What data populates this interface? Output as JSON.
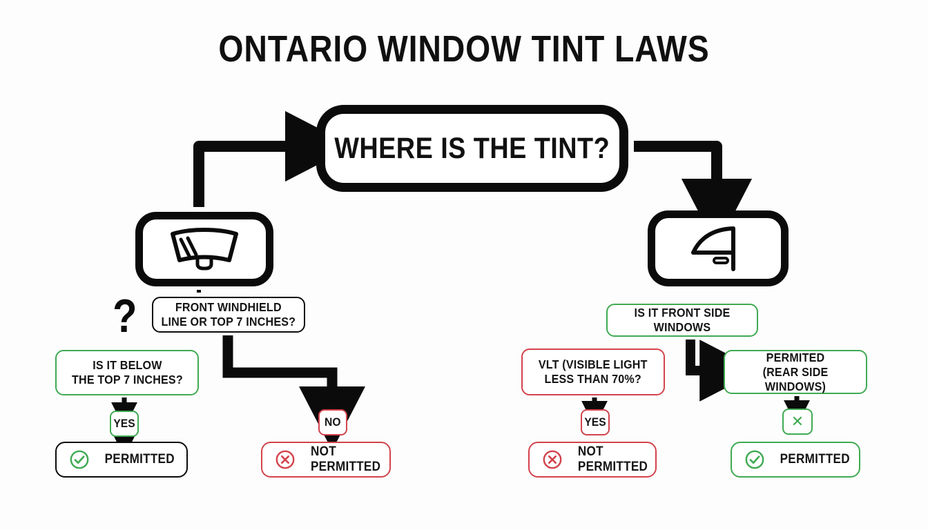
{
  "page": {
    "title": "ONTARIO WINDOW TINT LAWS",
    "background_color": "#fdfdfd"
  },
  "colors": {
    "black": "#0b0b0b",
    "green": "#3faa52",
    "red": "#d3434c",
    "text": "#141414"
  },
  "flow": {
    "root": {
      "label": "WHERE IS THE TINT?"
    },
    "left_branch": {
      "icon_name": "windshield-wiper-icon",
      "question_glyph": "?",
      "question_box": {
        "line1": "FRONT WINDHIELD",
        "line2": "LINE OR TOP 7 INCHES?"
      },
      "yes_path": {
        "question": {
          "line1": "IS IT BELOW",
          "line2": "THE TOP 7 INCHES?"
        },
        "badge": "YES",
        "result": "PERMITTED",
        "result_icon": "check-circle-icon"
      },
      "no_path": {
        "badge": "NO",
        "result": "NOT PERMITTED",
        "result_icon": "cross-circle-icon"
      }
    },
    "right_branch": {
      "icon_name": "car-door-window-icon",
      "question_box": {
        "line1": "IS IT FRONT SIDE WINDOWS"
      },
      "yes_path": {
        "question": {
          "line1": "VLT (VISIBLE LIGHT",
          "line2": "LESS THAN 70%?"
        },
        "badge": "YES",
        "result": "NOT PERMITTED",
        "result_icon": "cross-circle-icon"
      },
      "rear_path": {
        "question": {
          "line1": "PERMITED",
          "line2": "(REAR SIDE WINDOWS)"
        },
        "badge": "✕",
        "result": "PERMITTED",
        "result_icon": "check-circle-icon"
      }
    }
  },
  "chart_data": {
    "type": "table",
    "title": "ONTARIO WINDOW TINT LAWS",
    "nodes": [
      {
        "id": "root",
        "text": "WHERE IS THE TINT?",
        "style": "black-thick"
      },
      {
        "id": "windshield-icon",
        "text": "",
        "style": "black-thick-icon"
      },
      {
        "id": "windshield-question",
        "text": "FRONT WINDHIELD LINE OR TOP 7 INCHES?",
        "style": "black"
      },
      {
        "id": "below-7-inches",
        "text": "IS IT BELOW THE TOP 7 INCHES?",
        "style": "green"
      },
      {
        "id": "yes-left",
        "text": "YES",
        "style": "green"
      },
      {
        "id": "permitted-left",
        "text": "PERMITTED",
        "style": "black"
      },
      {
        "id": "no-left",
        "text": "NO",
        "style": "red"
      },
      {
        "id": "not-permitted-left",
        "text": "NOT PERMITTED",
        "style": "red"
      },
      {
        "id": "door-icon",
        "text": "",
        "style": "black-thick-icon"
      },
      {
        "id": "front-side-windows",
        "text": "IS IT FRONT SIDE WINDOWS",
        "style": "green"
      },
      {
        "id": "vlt-question",
        "text": "VLT (VISIBLE LIGHT LESS THAN 70%?",
        "style": "red"
      },
      {
        "id": "yes-right",
        "text": "YES",
        "style": "red"
      },
      {
        "id": "not-permitted-right",
        "text": "NOT PERMITTED",
        "style": "red"
      },
      {
        "id": "permited-rear",
        "text": "PERMITED (REAR SIDE WINDOWS)",
        "style": "green"
      },
      {
        "id": "x-right",
        "text": "✕",
        "style": "green"
      },
      {
        "id": "permitted-right",
        "text": "PERMITTED",
        "style": "green"
      }
    ],
    "edges": [
      {
        "from": "windshield-icon",
        "to": "root",
        "label": ""
      },
      {
        "from": "root",
        "to": "door-icon",
        "label": ""
      },
      {
        "from": "windshield-question",
        "to": "no-left",
        "label": ""
      },
      {
        "from": "below-7-inches",
        "to": "yes-left",
        "label": ""
      },
      {
        "from": "yes-left",
        "to": "permitted-left",
        "label": ""
      },
      {
        "from": "no-left",
        "to": "not-permitted-left",
        "label": ""
      },
      {
        "from": "front-side-windows",
        "to": "permited-rear",
        "label": ""
      },
      {
        "from": "vlt-question",
        "to": "yes-right",
        "label": ""
      },
      {
        "from": "yes-right",
        "to": "not-permitted-right",
        "label": ""
      },
      {
        "from": "permited-rear",
        "to": "x-right",
        "label": ""
      },
      {
        "from": "x-right",
        "to": "permitted-right",
        "label": ""
      }
    ]
  }
}
